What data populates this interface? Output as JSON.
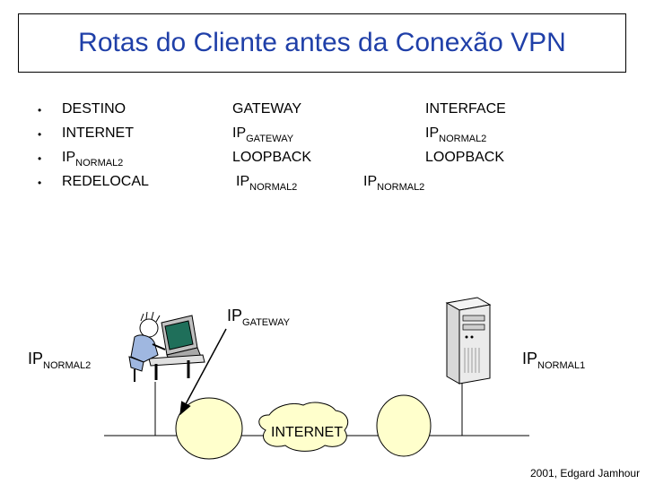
{
  "title": "Rotas do Cliente antes da Conexão VPN",
  "table": {
    "bullet": "•",
    "headers": [
      "DESTINO",
      "GATEWAY",
      "INTERFACE"
    ],
    "rows": [
      {
        "destino": "INTERNET",
        "gateway": "IP",
        "gateway_sub": "GATEWAY",
        "interface": "IP",
        "interface_sub": "NORMAL2"
      },
      {
        "destino": "IP",
        "destino_sub": "NORMAL2",
        "gateway": "LOOPBACK",
        "interface": "LOOPBACK"
      },
      {
        "destino": "REDELOCAL",
        "gateway": "IP",
        "gateway_sub": "NORMAL2",
        "interface": "IP",
        "interface_sub": "NORMAL2"
      }
    ]
  },
  "diagram": {
    "gateway_label": {
      "main": "IP",
      "sub": "GATEWAY"
    },
    "client_label": {
      "main": "IP",
      "sub": "NORMAL2"
    },
    "server_label": {
      "main": "IP",
      "sub": "NORMAL1"
    },
    "cloud_label": "INTERNET"
  },
  "footer": "2001, Edgard Jamhour",
  "colors": {
    "title": "#1f3fa8",
    "node_fill": "#ffffcc",
    "person": "#9fb7e0"
  }
}
